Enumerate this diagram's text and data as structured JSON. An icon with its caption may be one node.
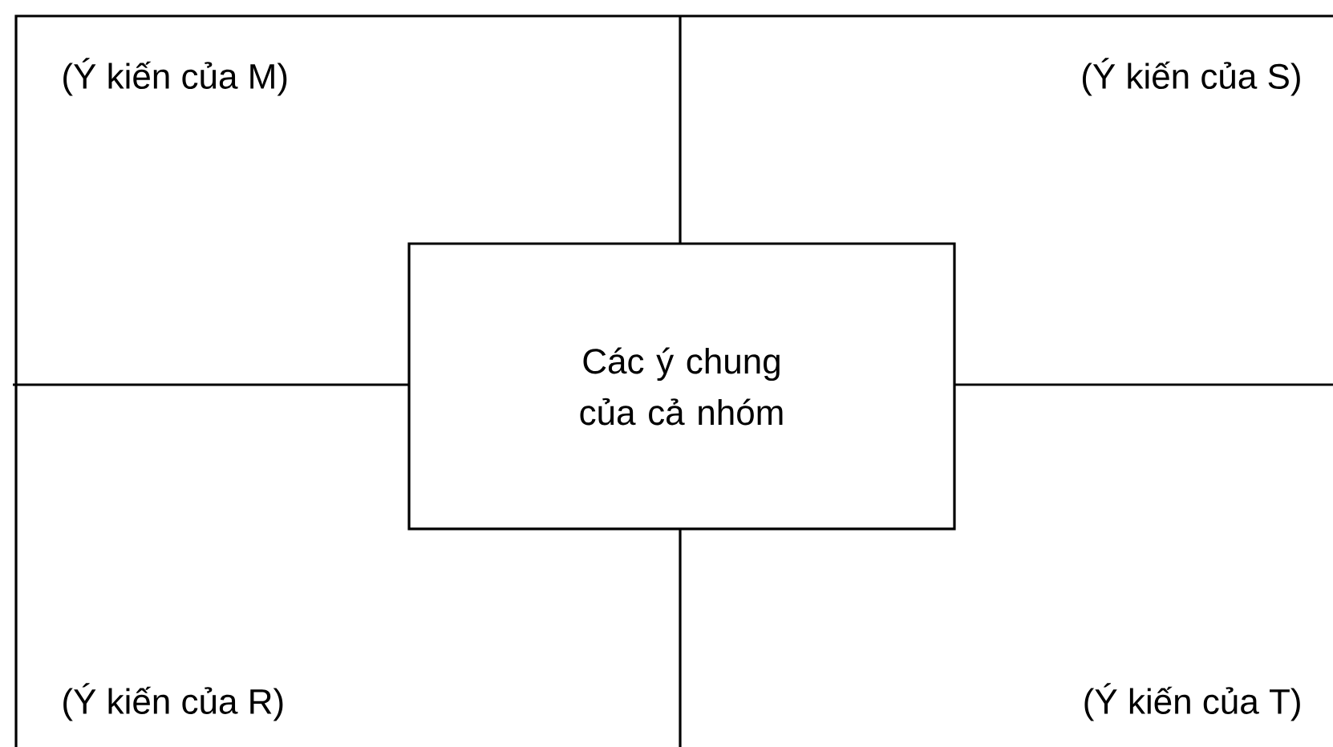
{
  "diagram": {
    "nodes": [
      {
        "text": [
          "Các ý chung của cả nhóm"
        ]
      }
    ],
    "labels": [
      "(Ý kiến của M)",
      "(Ý kiến của S)",
      "(Ý kiến của R)",
      "(Ý kiến của T)"
    ]
  }
}
